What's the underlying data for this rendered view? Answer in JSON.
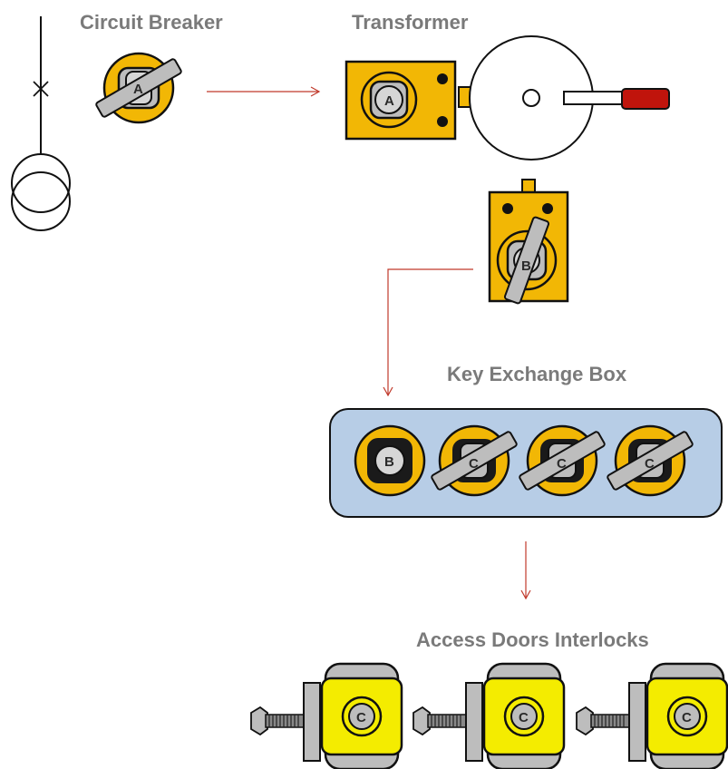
{
  "labels": {
    "circuit_breaker": "Circuit Breaker",
    "transformer": "Transformer",
    "key_exchange_box": "Key Exchange Box",
    "access_doors": "Access Doors Interlocks"
  },
  "keys": {
    "breaker_key": "A",
    "transformer_key_a": "A",
    "transformer_key_b": "B",
    "exchange_in": "B",
    "exchange_out": [
      "C",
      "C",
      "C"
    ],
    "door_keys": [
      "C",
      "C",
      "C"
    ]
  },
  "colors": {
    "lock_yellow": "#f2b705",
    "door_yellow": "#f4ec00",
    "key_grey": "#bdbdbd",
    "arrow_red": "#c0392b",
    "handle_red": "#c0140c",
    "box_blue": "#b7cde6",
    "label_grey": "#7a7a7a"
  },
  "icons": {
    "breaker_symbol": "circuit-breaker-symbol-icon",
    "transformer_symbol": "transformer-symbol-icon",
    "key_lock": "key-lock-icon",
    "door_bolt": "door-bolt-icon"
  }
}
